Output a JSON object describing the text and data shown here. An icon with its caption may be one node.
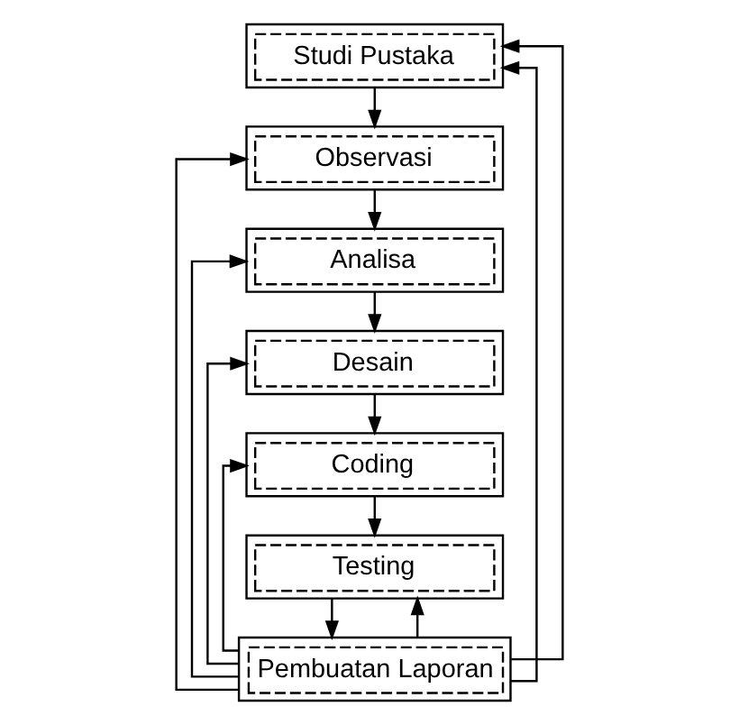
{
  "diagram": {
    "nodes": [
      {
        "text": [
          "Studi Pustaka"
        ]
      },
      {
        "text": [
          "Observasi"
        ]
      },
      {
        "text": [
          "Analisa"
        ]
      },
      {
        "text": [
          "Desain"
        ]
      },
      {
        "text": [
          "Coding"
        ]
      },
      {
        "text": [
          "Testing"
        ]
      },
      {
        "text": [
          "Pembuatan Laporan"
        ]
      }
    ],
    "edges": [
      {
        "from": 0,
        "to": 1,
        "arrow": "to"
      },
      {
        "from": 1,
        "to": 2,
        "arrow": "to"
      },
      {
        "from": 2,
        "to": 3,
        "arrow": "to"
      },
      {
        "from": 3,
        "to": 4,
        "arrow": "to"
      },
      {
        "from": 4,
        "to": 5,
        "arrow": "to"
      },
      {
        "from": 5,
        "to": 6,
        "arrow": "to"
      },
      {
        "from": 6,
        "to": 0,
        "arrow": "to"
      },
      {
        "from": 6,
        "to": 0,
        "arrow": "to"
      },
      {
        "from": 6,
        "to": 1,
        "arrow": "to"
      },
      {
        "from": 6,
        "to": 2,
        "arrow": "to"
      },
      {
        "from": 6,
        "to": 3,
        "arrow": "to"
      },
      {
        "from": 6,
        "to": 4,
        "arrow": "to"
      },
      {
        "from": 6,
        "to": 5,
        "arrow": "to"
      }
    ]
  }
}
